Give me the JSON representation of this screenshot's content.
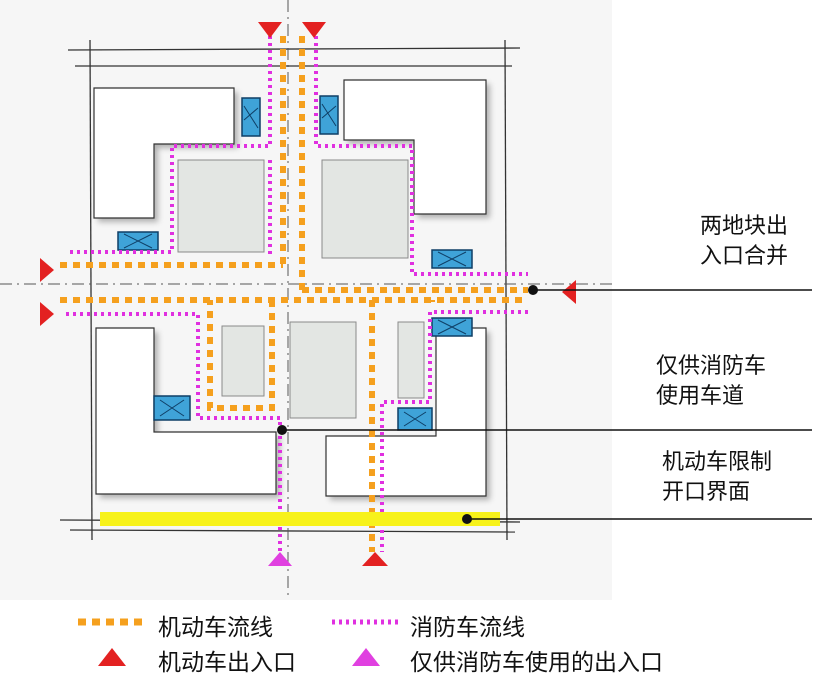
{
  "annotations": {
    "merge": [
      "两地块出",
      "入口合并"
    ],
    "fire_only": [
      "仅供消防车",
      "使用车道"
    ],
    "limit": [
      "机动车限制",
      "开口界面"
    ]
  },
  "legend": {
    "vehicle_flow": "机动车流线",
    "fire_flow": "消防车流线",
    "vehicle_entrance": "机动车出入口",
    "fire_entrance": "仅供消防车使用的出入口"
  },
  "colors": {
    "vehicle_flow": "#f5a01e",
    "fire_flow": "#e030e0",
    "vehicle_entrance": "#e32121",
    "fire_entrance": "#e040e0",
    "limit_band": "#f7f21a",
    "building_block": "#e3e6e3",
    "garage_ramp": "#3fa3d8"
  }
}
